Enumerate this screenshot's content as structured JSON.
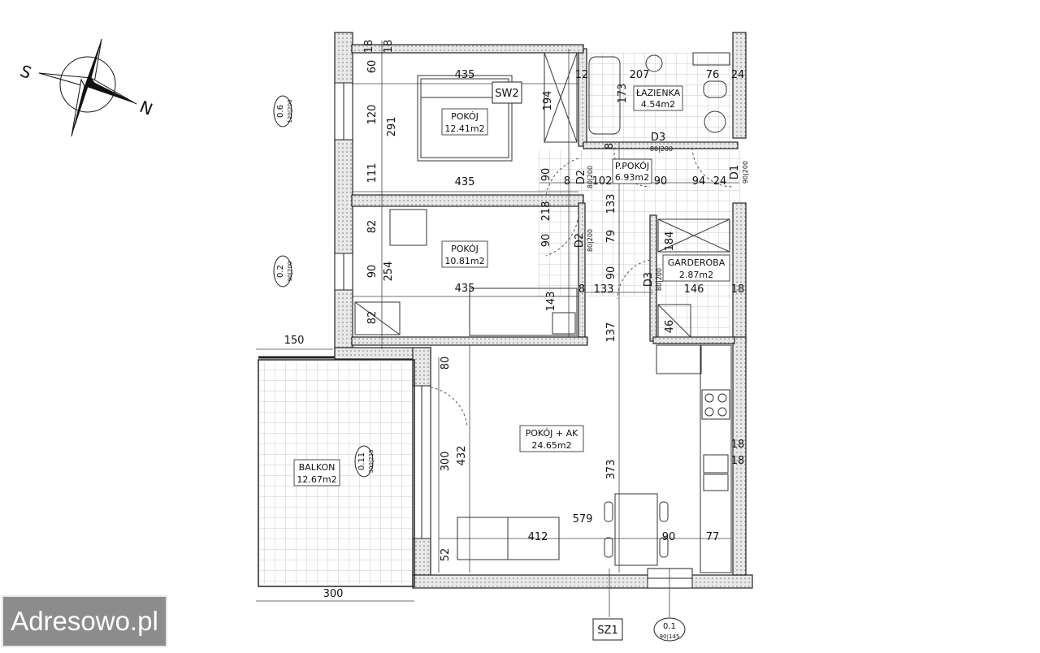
{
  "compass": {
    "south": "S",
    "north": "N"
  },
  "rooms": {
    "bedroom1": {
      "name": "POKÓJ",
      "area": "12.41m2"
    },
    "bedroom2": {
      "name": "POKÓJ",
      "area": "10.81m2"
    },
    "bathroom": {
      "name": "ŁAZIENKA",
      "area": "4.54m2"
    },
    "hall": {
      "name": "P.POKÓJ",
      "area": "6.93m2"
    },
    "wardrobe": {
      "name": "GARDEROBA",
      "area": "2.87m2"
    },
    "living": {
      "name": "POKÓJ + AK",
      "area": "24.65m2"
    },
    "balcony": {
      "name": "BALKON",
      "area": "12.67m2"
    }
  },
  "marks": {
    "sw2": "SW2",
    "sz1": "SZ1",
    "d3_top": "D3",
    "d3_top_size": "80|200",
    "d2_a": "D2",
    "d2_a_size": "80|200",
    "d2_b": "D2",
    "d2_b_size": "80|200",
    "d3_wardrobe": "D3",
    "d3_wardrobe_size": "80|200",
    "d1": "D1",
    "d1_size": "90|200",
    "w06": {
      "code": "0.6",
      "size": "120|200"
    },
    "w02": {
      "code": "0.2",
      "size": "90|200"
    },
    "w011": {
      "code": "0.11",
      "size": "300|235"
    },
    "w01": {
      "code": "0.1",
      "size": "90|145"
    }
  },
  "dims": {
    "b1_18a": "18",
    "b1_18b": "18",
    "b1_435_top": "435",
    "b1_60": "60",
    "b1_120": "120",
    "b1_291": "291",
    "b1_111": "111",
    "b1_435_mid": "435",
    "b1_194": "194",
    "b1_12": "12",
    "ba_207": "207",
    "ba_76": "76",
    "ba_24": "24",
    "ba_173": "173",
    "h_90a": "90",
    "h_8": "8",
    "h_102": "102",
    "h_90b": "90",
    "h_94": "94",
    "h_24": "24",
    "h_8b": "8",
    "h_218": "218",
    "h_133a": "133",
    "h_79": "79",
    "b2_82a": "82",
    "b2_90": "90",
    "b2_254": "254",
    "b2_435": "435",
    "b2_82b": "82",
    "b2_143": "143",
    "b2_90r": "90",
    "b2_8": "8",
    "w_184": "184",
    "w_146": "146",
    "w_18": "18",
    "w_46": "46",
    "h_90c": "90",
    "h_133b": "133",
    "h_137": "137",
    "l_80": "80",
    "l_300": "300",
    "l_432": "432",
    "l_373": "373",
    "l_579": "579",
    "l_412": "412",
    "l_90": "90",
    "l_77": "77",
    "l_52": "52",
    "l_18a": "18",
    "l_18b": "18",
    "bal_150": "150",
    "bal_300": "300"
  },
  "watermark": "Adresowo.pl"
}
